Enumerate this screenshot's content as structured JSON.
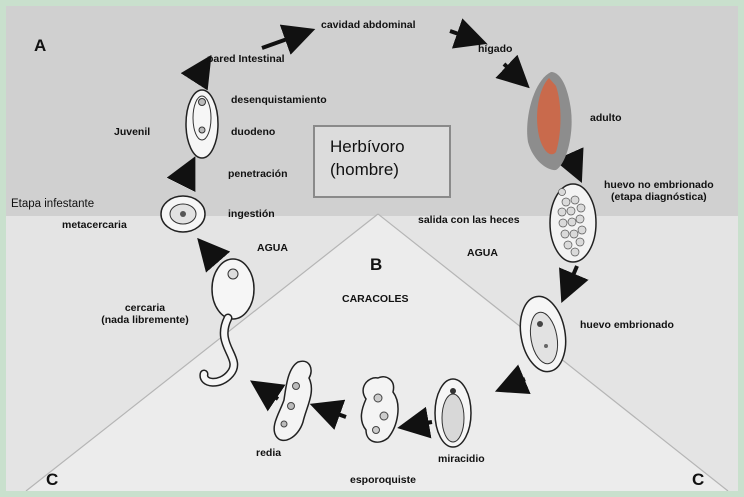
{
  "regions": {
    "a": "A",
    "b": "B",
    "c_left": "C",
    "c_right": "C"
  },
  "host": {
    "line1": "Herbívoro",
    "line2": "(hombre)"
  },
  "zones": {
    "water_left": "AGUA",
    "water_right": "AGUA",
    "snails": "CARACOLES"
  },
  "stages": {
    "cavidad": "cavidad abdominal",
    "higado": "hígado",
    "adulto": "adulto",
    "huevo_no_1": "huevo no embrionado",
    "huevo_no_2": "(etapa diagnóstica)",
    "salida": "salida con las heces",
    "huevo_emb": "huevo embrionado",
    "miracidio": "miracidio",
    "esporoquiste": "esporoquiste",
    "redia": "redia",
    "cercaria_1": "cercaria",
    "cercaria_2": "(nada libremente)",
    "etapa_inf": "Etapa infestante",
    "metacercaria": "metacercaria",
    "ingestion": "ingestión",
    "penetracion": "penetración",
    "duodeno": "duodeno",
    "desenq": "desenquistamiento",
    "juvenil": "Juvenil",
    "pared": "pared Intestinal"
  },
  "colors": {
    "host_zone": "#d2d2d2",
    "water_zone": "#e6e6e6",
    "snail_zone": "#ededed",
    "border": "#c9e0cd",
    "adult_fluke": "#c96a4c"
  }
}
